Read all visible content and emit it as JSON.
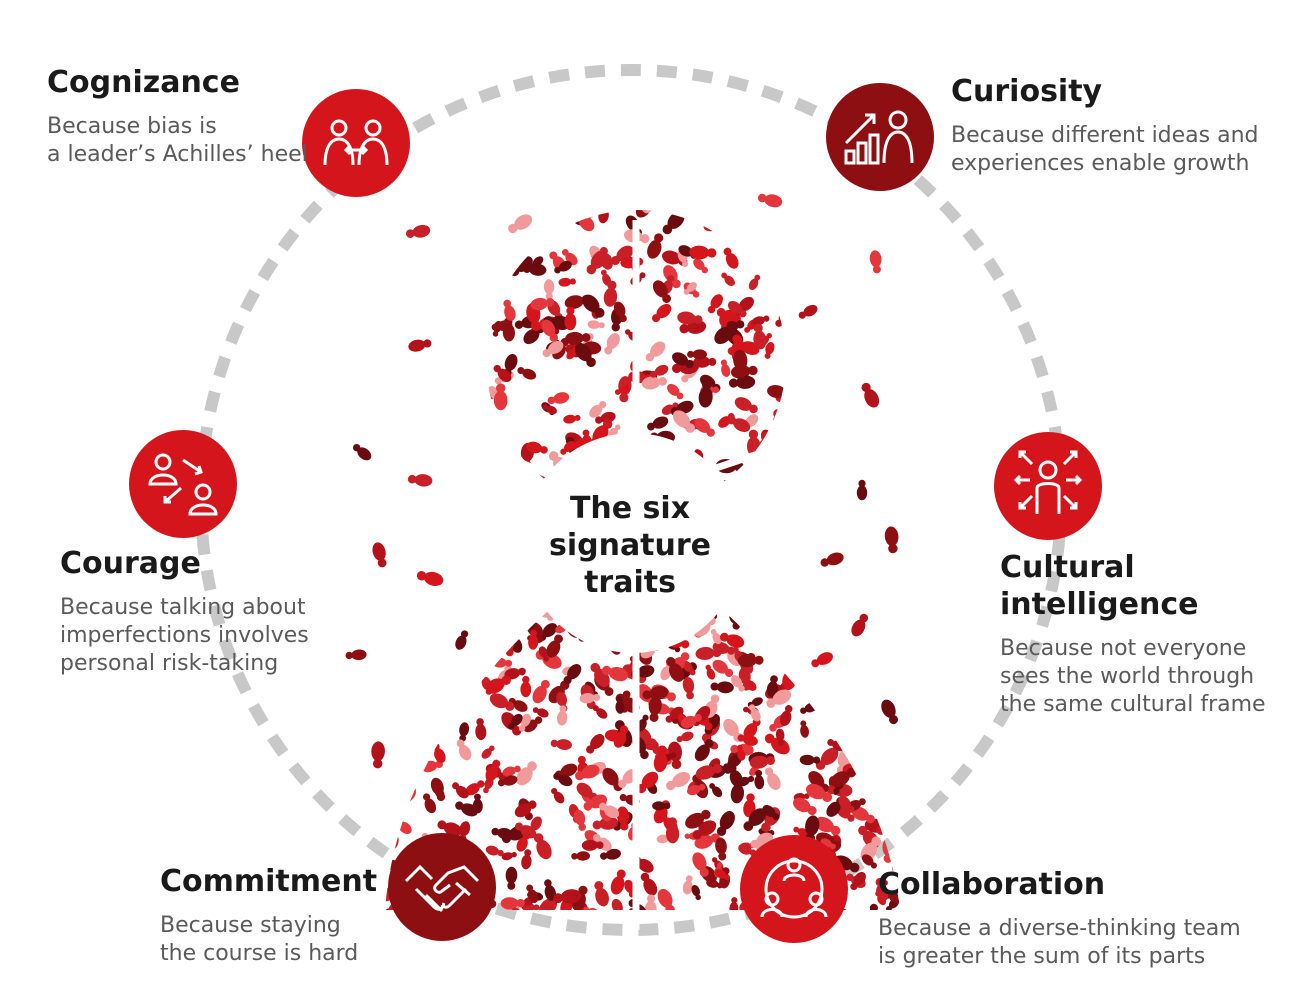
{
  "center": {
    "lines": [
      "The six",
      "signature",
      "traits"
    ]
  },
  "colors": {
    "red": "#d4161c",
    "dark_red": "#8e0f12",
    "ring": "#c8c8c8",
    "title": "#1a1a1a",
    "desc": "#5a5a5a"
  },
  "traits": [
    {
      "title": [
        "Cognizance"
      ],
      "desc": [
        "Because bias is",
        "a leader’s Achilles’ heel"
      ],
      "icon": "two-people-exchange-icon"
    },
    {
      "title": [
        "Curiosity"
      ],
      "desc": [
        "Because different ideas and",
        "experiences enable growth"
      ],
      "icon": "growth-chart-person-icon"
    },
    {
      "title": [
        "Cultural",
        "intelligence"
      ],
      "desc": [
        "Because not everyone",
        "sees the world through",
        "the same cultural frame"
      ],
      "icon": "person-outward-arrows-icon"
    },
    {
      "title": [
        "Collaboration"
      ],
      "desc": [
        "Because a diverse-thinking team",
        "is greater the sum of its parts"
      ],
      "icon": "team-network-icon"
    },
    {
      "title": [
        "Commitment"
      ],
      "desc": [
        "Because staying",
        "the course is hard"
      ],
      "icon": "handshake-icon"
    },
    {
      "title": [
        "Courage"
      ],
      "desc": [
        "Because talking about",
        "imperfections involves",
        "personal risk-taking"
      ],
      "icon": "people-swap-arrows-icon"
    }
  ]
}
